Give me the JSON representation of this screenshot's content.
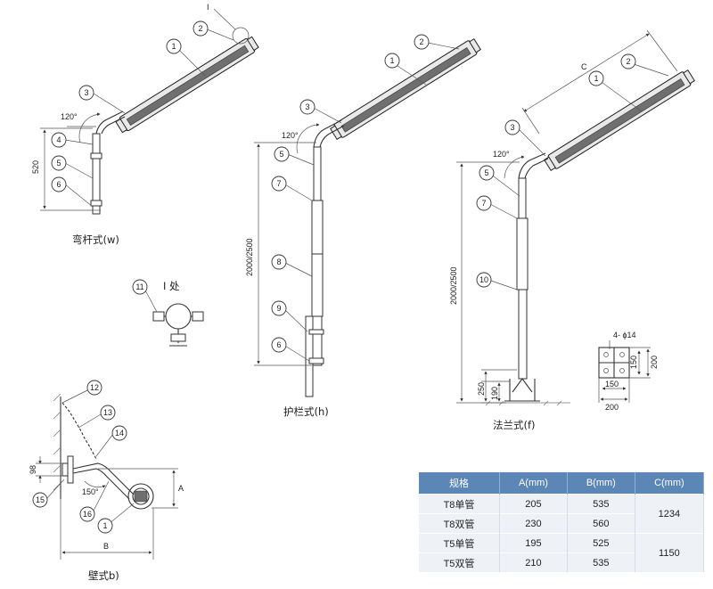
{
  "captions": {
    "w": "弯杆式(w)",
    "h": "护栏式(h)",
    "f": "法兰式(f)",
    "b": "壁式b)",
    "detail": "I 处",
    "detail_mark": "I"
  },
  "dimensions": {
    "angle_120": "120°",
    "angle_150": "150°",
    "h520": "520",
    "h2000_2500": "2000/2500",
    "h250": "250",
    "h190": "190",
    "d98": "98",
    "A": "A",
    "B": "B",
    "C": "C",
    "flange_holes": "4- ϕ14",
    "f150": "150",
    "f200": "200",
    "f150b": "150",
    "f200b": "200"
  },
  "callouts": {
    "n1": "1",
    "n2": "2",
    "n3": "3",
    "n4": "4",
    "n5": "5",
    "n6": "6",
    "n7": "7",
    "n8": "8",
    "n9": "9",
    "n10": "10",
    "n11": "11",
    "n12": "12",
    "n13": "13",
    "n14": "14",
    "n15": "15",
    "n16": "16"
  },
  "table": {
    "headers": [
      "规格",
      "A(mm)",
      "B(mm)",
      "C(mm)"
    ],
    "rows": [
      {
        "spec": "T8单管",
        "a": "205",
        "b": "535",
        "c": "1234"
      },
      {
        "spec": "T8双管",
        "a": "230",
        "b": "560"
      },
      {
        "spec": "T5单管",
        "a": "195",
        "b": "525",
        "c": "1150"
      },
      {
        "spec": "T5双管",
        "a": "210",
        "b": "535"
      }
    ]
  }
}
